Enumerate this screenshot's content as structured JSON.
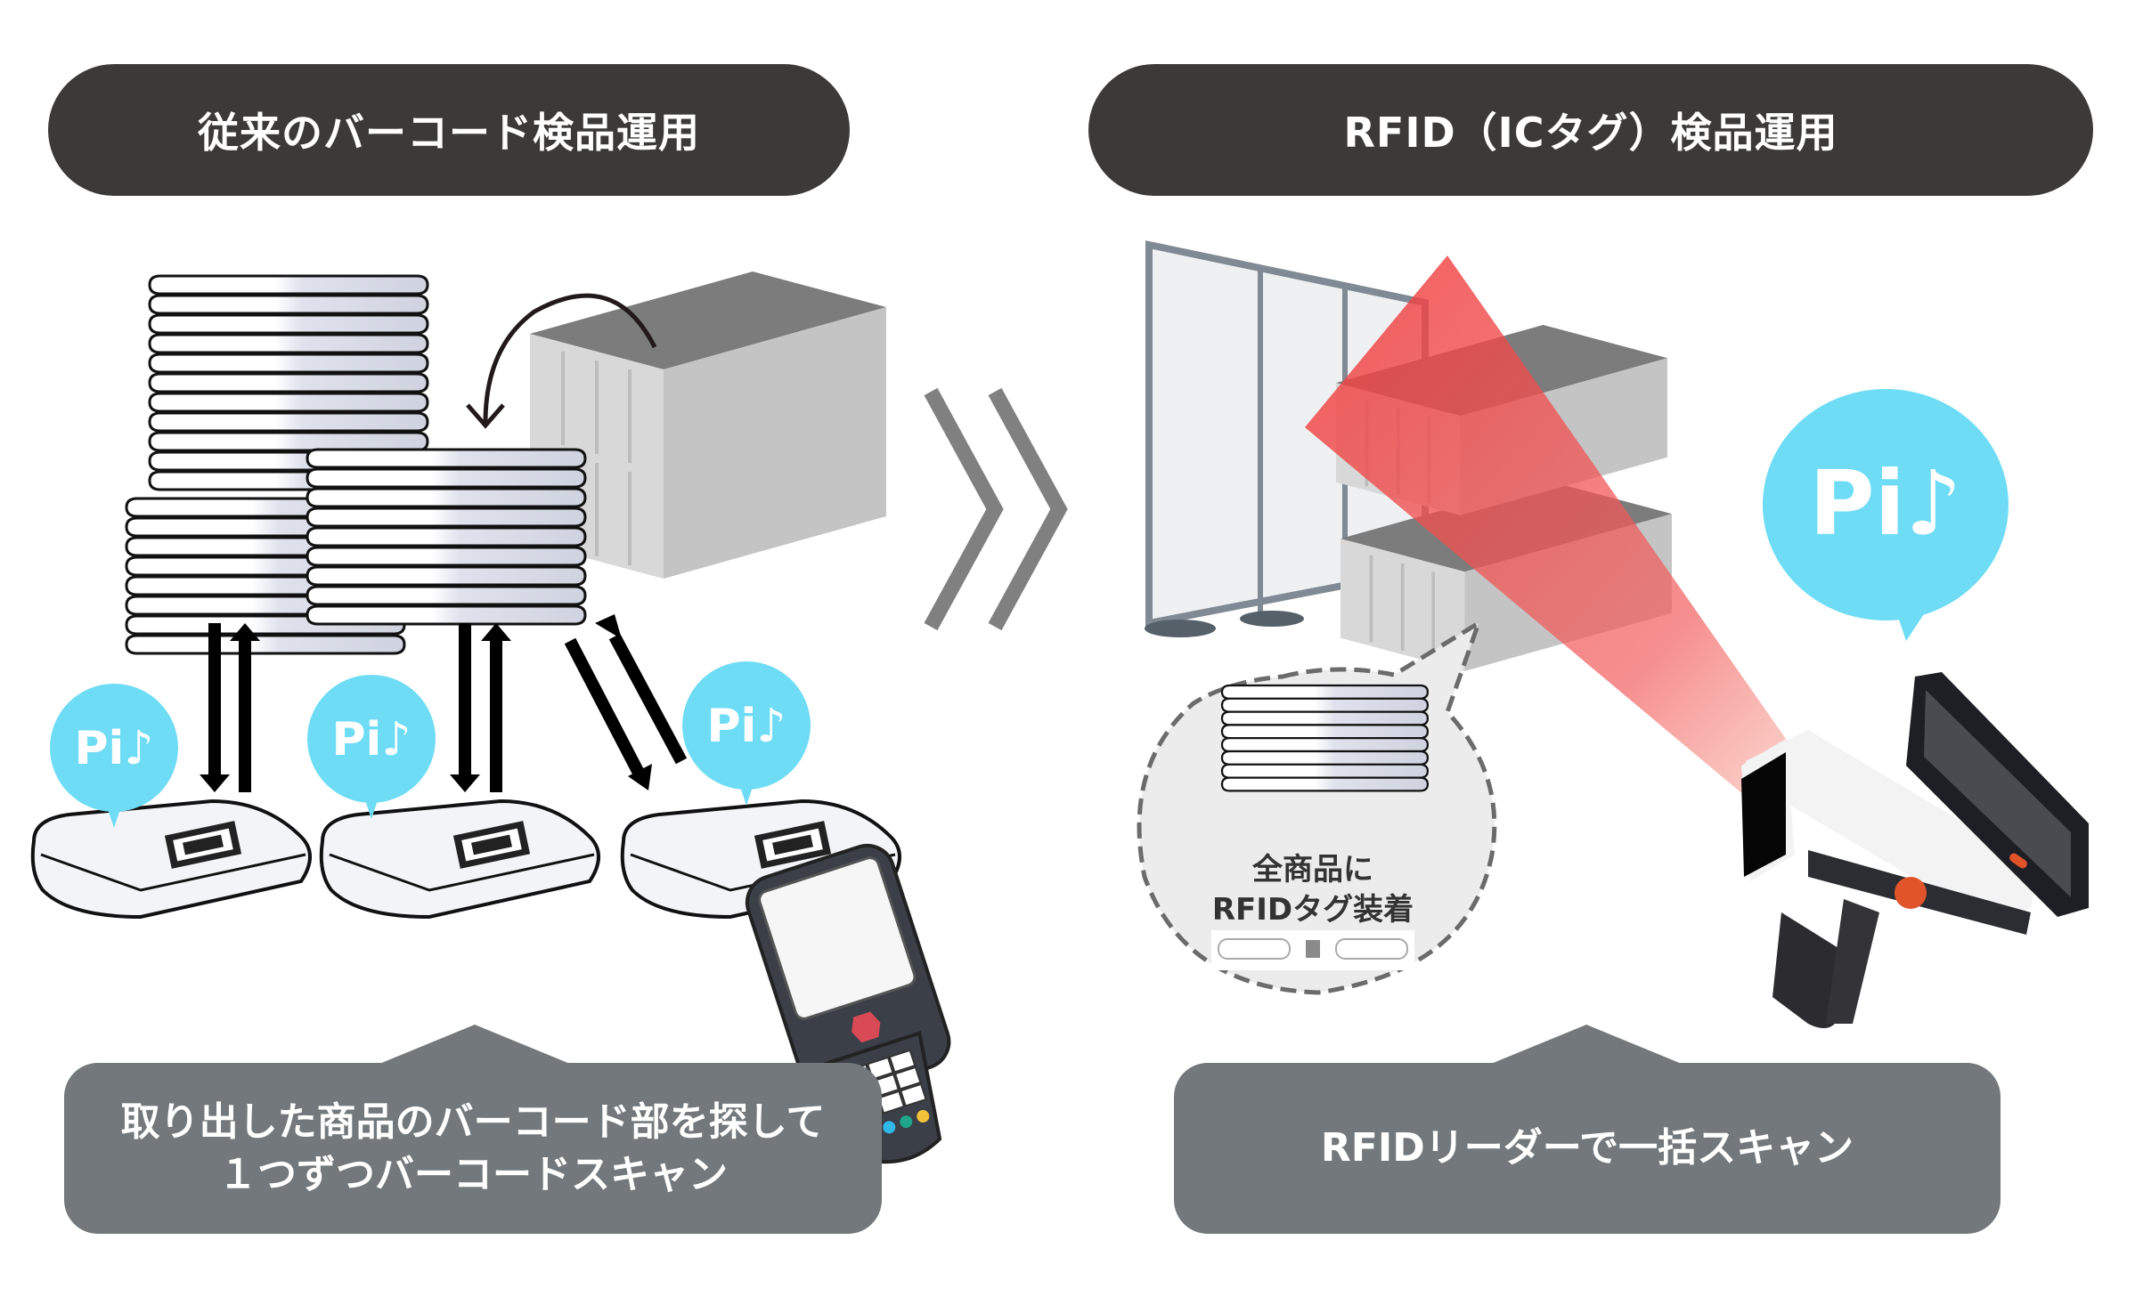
{
  "left_panel": {
    "title": "従来のバーコード検品運用",
    "callout_lines": [
      "取り出した商品のバーコード部を探して",
      "１つずつバーコードスキャン"
    ],
    "beep_labels": [
      "Pi♪",
      "Pi♪",
      "Pi♪"
    ]
  },
  "divider": {
    "icon": "double-chevron-right-icon"
  },
  "right_panel": {
    "title": "RFID（ICタグ）検品運用",
    "callout_text": "RFIDリーダーで一括スキャン",
    "zoom_bubble_lines": [
      "全商品に",
      "RFIDタグ装着"
    ],
    "beep_label": "Pi♪"
  },
  "colors": {
    "title_pill": "#3b3a38",
    "callout_bg": "#72787b",
    "beep_bubble": "#6fdcf5",
    "scan_beam": "#f03c3c",
    "chevron": "#808080",
    "box_top": "#7c7c7c",
    "box_side": "#d4d4d4"
  }
}
